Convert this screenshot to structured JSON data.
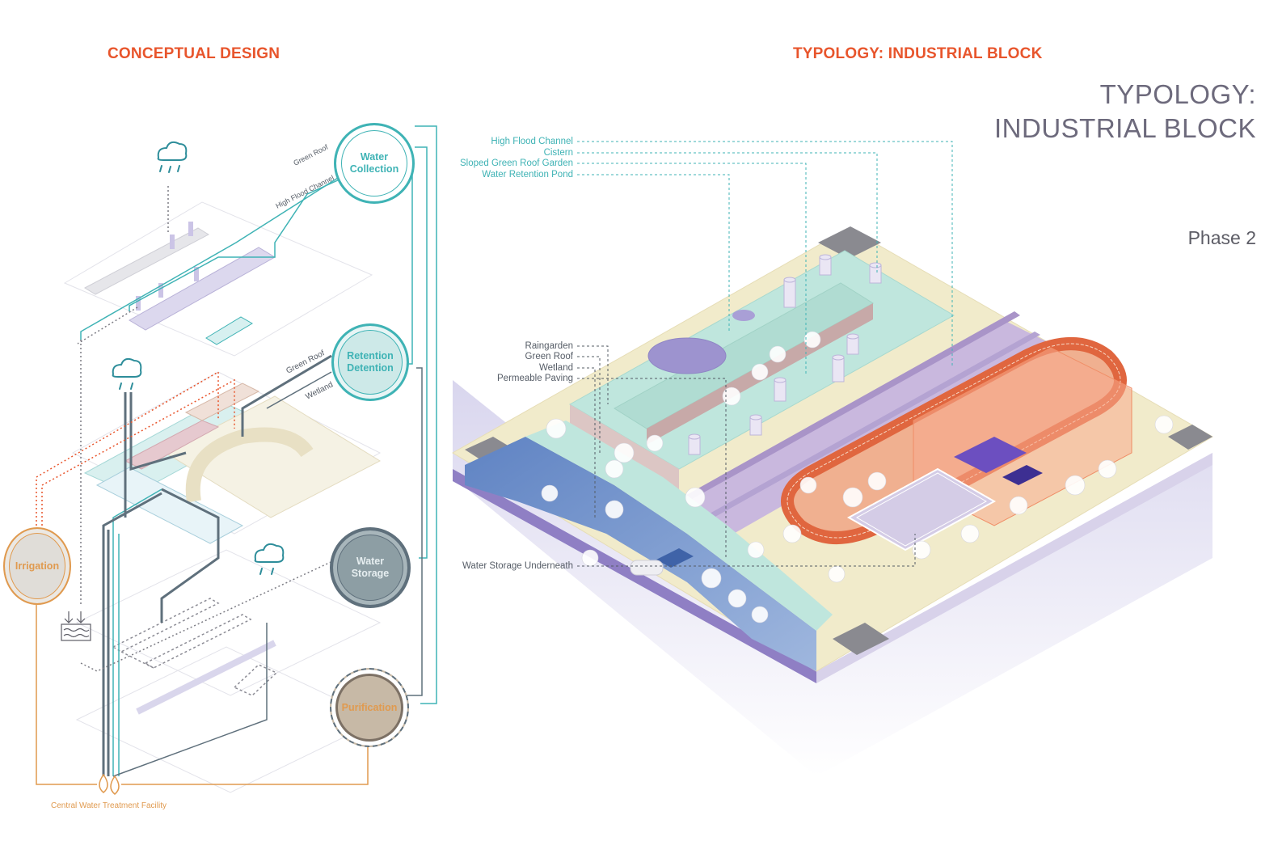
{
  "titles": {
    "left": "CONCEPTUAL DESIGN",
    "center": "TYPOLOGY: INDUSTRIAL BLOCK",
    "big_line1": "TYPOLOGY:",
    "big_line2": "INDUSTRIAL BLOCK",
    "phase": "Phase 2"
  },
  "nodes": {
    "water_collection": [
      "Water",
      "Collection"
    ],
    "retention_detention": [
      "Retention",
      "Detention"
    ],
    "water_storage": [
      "Water",
      "Storage"
    ],
    "irrigation": "Irrigation",
    "purification": "Purification"
  },
  "diagram_labels": {
    "green_roof_top": "Green Roof",
    "high_flood_channel": "High Flood Channel",
    "green_roof_mid": "Green Roof",
    "wetland": "Wetland",
    "central_facility": "Central Water Treatment Facility"
  },
  "callouts_top": [
    "High Flood Channel",
    "Cistern",
    "Sloped Green Roof Garden",
    "Water Retention Pond"
  ],
  "callouts_mid": [
    "Raingarden",
    "Green Roof",
    "Wetland",
    "Permeable Paving"
  ],
  "callout_bottom": "Water Storage Underneath",
  "colors": {
    "accent_orange": "#e8552c",
    "teal": "#3fb3b5",
    "slate": "#5f707c",
    "sand": "#e09a4f",
    "title_gray": "#6d6a7c"
  }
}
